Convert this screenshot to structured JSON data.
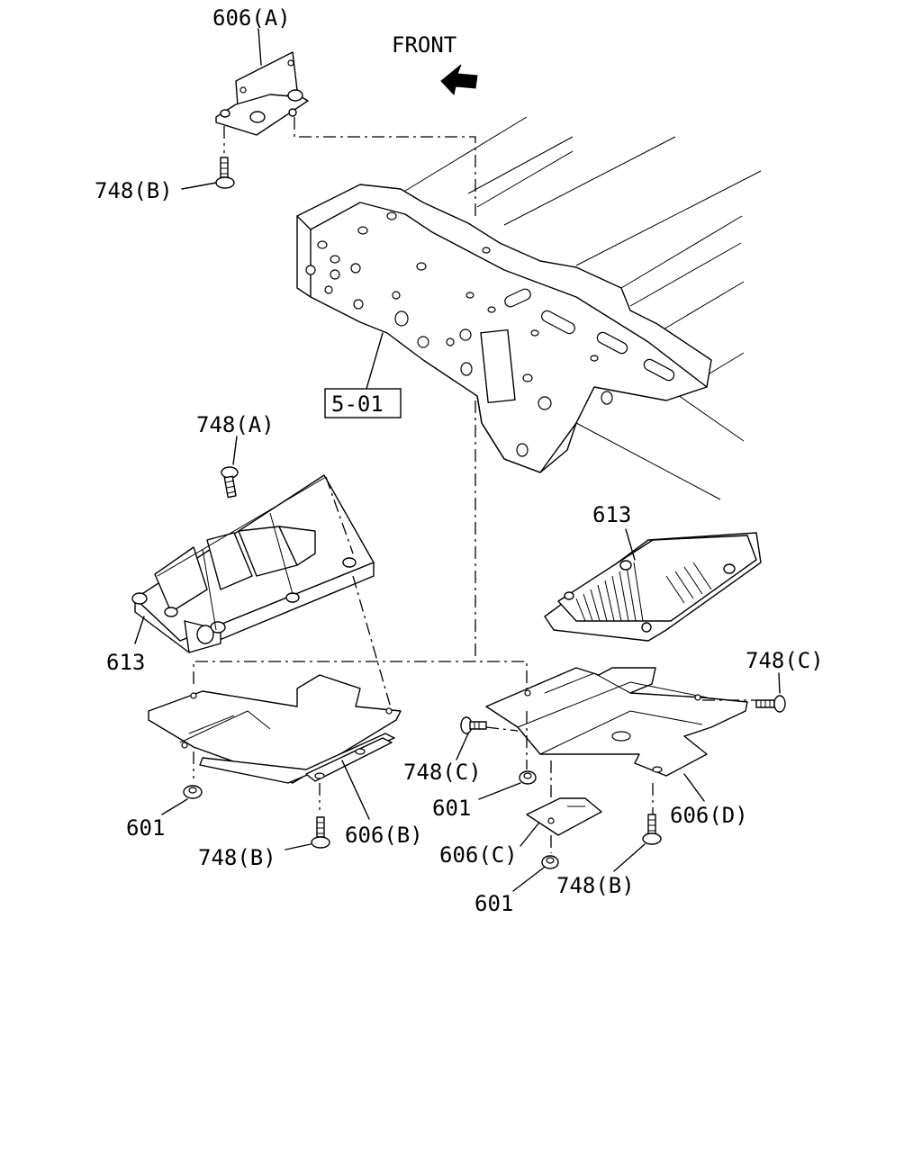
{
  "direction": {
    "label": "FRONT",
    "icon": "front-arrow-icon"
  },
  "reference": {
    "label": "5-01"
  },
  "callouts": {
    "bracket_a": "606(A)",
    "bolt_b_top": "748(B)",
    "bolt_a": "748(A)",
    "module_left": "613",
    "module_right": "613",
    "bolt_c_right": "748(C)",
    "bolt_c_mid": "748(C)",
    "nut_mid": "601",
    "nut_left": "601",
    "bolt_b_left": "748(B)",
    "bracket_b": "606(B)",
    "bracket_c": "606(C)",
    "bracket_d": "606(D)",
    "bolt_b_right": "748(B)",
    "nut_bottom": "601"
  }
}
